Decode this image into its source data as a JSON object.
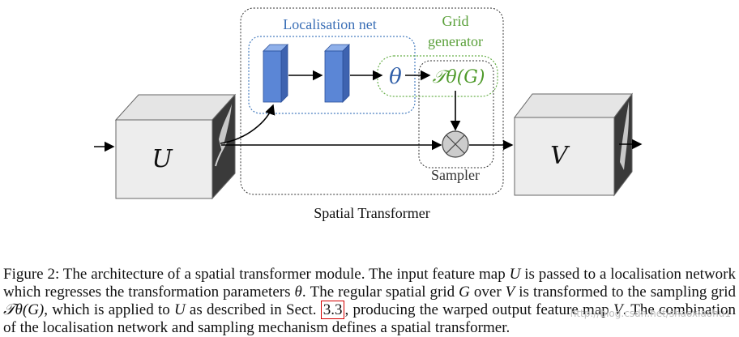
{
  "diagram": {
    "region_label": "Spatial Transformer",
    "localisation_label": "Localisation net",
    "grid_label_line1": "Grid",
    "grid_label_line2": "generator",
    "sampler_label": "Sampler",
    "input_map": "U",
    "output_map": "V",
    "theta_symbol": "θ",
    "transform_symbol": "𝒯θ(G)",
    "colors": {
      "localisation_box": "#4a7fc0",
      "grid_box": "#6ab04c",
      "layer_fill": "#5b86d6",
      "sampler_node": "#cccccc"
    }
  },
  "caption": {
    "segments": [
      "Figure 2: The architecture of a spatial transformer module. The input feature map ",
      "U",
      " is passed to a localisation network which regresses the transformation parameters ",
      "θ",
      ". The regular spatial grid ",
      "G",
      " over ",
      "V",
      " is transformed to the sampling grid ",
      "𝒯θ(G)",
      ", which is applied to ",
      "U",
      " as described in Sect. ",
      "3.3",
      ", producing the warped output feature map ",
      "V",
      ". The combination of the localisation network and sampling mechanism defines a spatial transformer."
    ]
  },
  "watermark": "http://blog.csdn.net/shaoxiaohu1"
}
